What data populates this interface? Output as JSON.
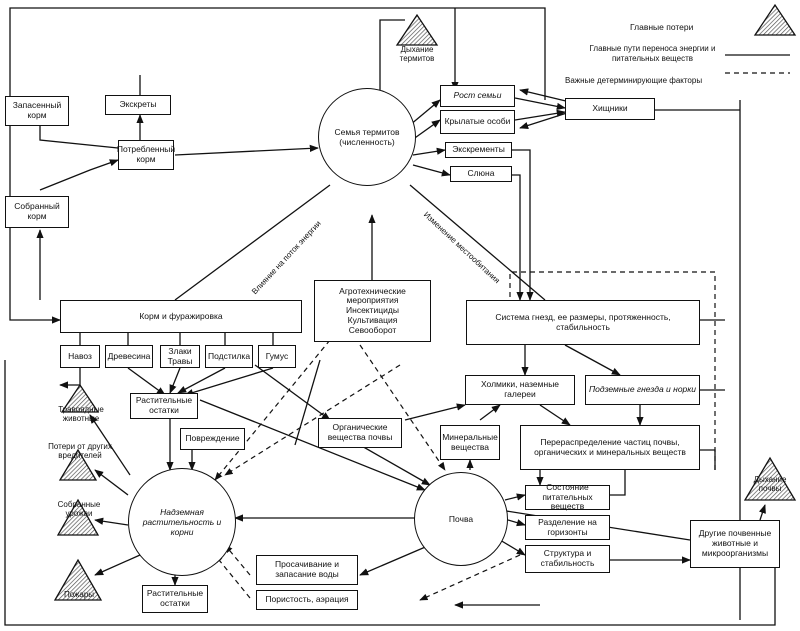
{
  "legend": {
    "main_losses": "Главные потери",
    "main_paths": "Главные пути переноса энергии и питательных веществ",
    "important_factors": "Важные детерминирующие факторы"
  },
  "nodes": {
    "termite_family": "Семья термитов (численность)",
    "respiration_termites": "Дыхание термитов",
    "family_growth": "Рост семьи",
    "winged": "Крылатые особи",
    "excrements": "Экскременты",
    "saliva": "Слюна",
    "predators": "Хищники",
    "stored_food": "Запасенный корм",
    "excreta": "Экскреты",
    "consumed_food": "Потребленный корм",
    "collected_food": "Собранный корм",
    "food_foraging": "Корм и фуражировка",
    "manure": "Навоз",
    "wood": "Древесина",
    "cereals_grasses": "Злаки Травы",
    "litter": "Подстилка",
    "humus": "Гумус",
    "plant_residues_top": "Растительные остатки",
    "damage": "Повреждение",
    "agrotech": "Агротехнические мероприятия",
    "insecticides": "Инсектициды",
    "cultivation": "Культивация",
    "crop_rotation": "Севооборот",
    "organic_matter": "Органические вещества почвы",
    "mineral_matter": "Минеральные вещества",
    "nest_system": "Система гнезд, ее размеры, протяженность, стабильность",
    "mounds": "Холмики, наземные галереи",
    "underground_nests": "Подземные гнезда и норки",
    "redistribution": "Перераспределение частиц почвы, органических и минеральных веществ",
    "nutrient_state": "Состояние питательных веществ",
    "horizons": "Разделение на горизонты",
    "structure": "Структура и стабильность",
    "soil": "Почва",
    "vegetation": "Надземная растительность и корни",
    "herbivores": "Травоядные животные",
    "other_pests": "Потери от других вредителей",
    "harvest": "Собранные урожаи",
    "fires": "Пожары",
    "plant_residues_bottom": "Растительные остатки",
    "infiltration": "Просачивание и запасание воды",
    "porosity": "Пористость, аэрация",
    "other_animals": "Другие почвенные животные и микроорганизмы",
    "respiration_soil": "Дыхание почвы"
  },
  "edge_labels": {
    "energy_flow": "Влияние на поток энергии",
    "habitat_change": "Изменение местообитания"
  },
  "colors": {
    "line": "#111111",
    "triangle_hatch": "#555555"
  }
}
